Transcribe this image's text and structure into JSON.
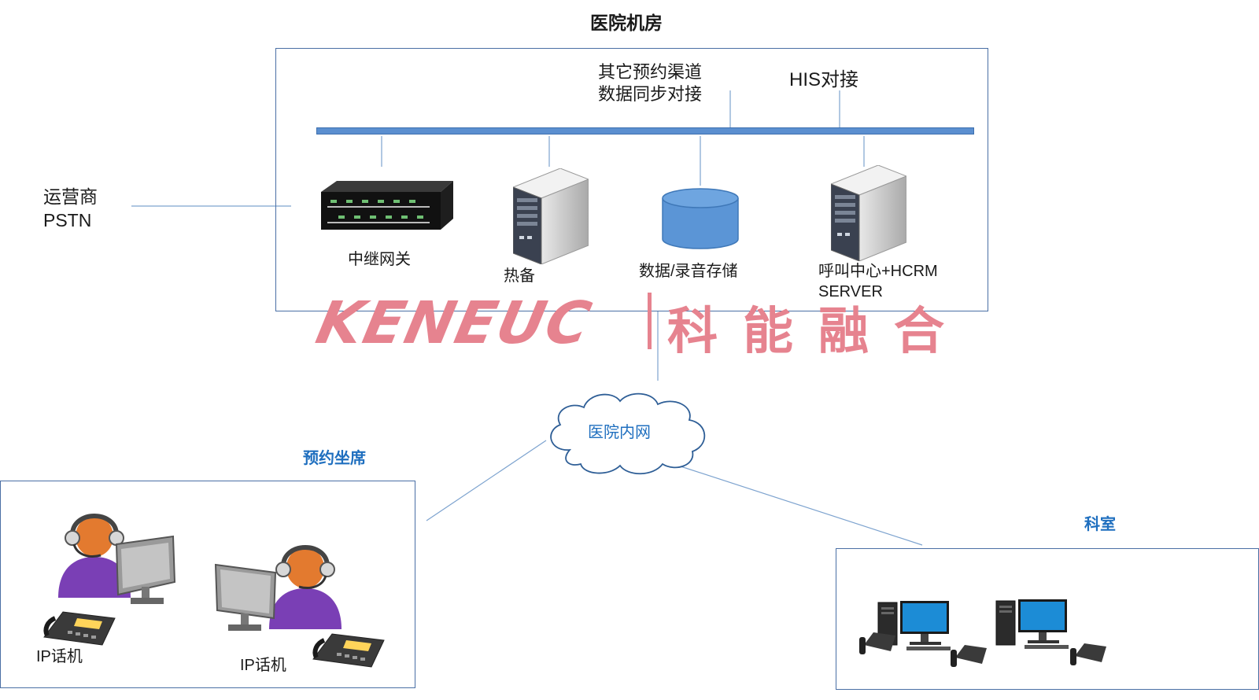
{
  "hospital_room": {
    "title": "医院机房",
    "other_channels_line1": "其它预约渠道",
    "other_channels_line2": "数据同步对接",
    "his": "HIS对接",
    "trunk_gateway": "中继网关",
    "hot_standby": "热备",
    "storage": "数据/录音存储",
    "callcenter_line1": "呼叫中心+HCRM",
    "callcenter_line2": "SERVER"
  },
  "carrier": {
    "line1": "运营商",
    "line2": "PSTN"
  },
  "watermark": {
    "latin": "KENEUC",
    "cn": "科能融合"
  },
  "intranet": {
    "label": "医院内网"
  },
  "booking_seats": {
    "title": "预约坐席",
    "phone1": "IP话机",
    "phone2": "IP话机"
  },
  "department": {
    "title": "科室"
  },
  "colors": {
    "bus": "#5b8fd0",
    "box_border": "#4a6fa5",
    "accent_blue": "#1f6fbf",
    "watermark": "#e6838f",
    "db_fill": "#5b95d6"
  }
}
